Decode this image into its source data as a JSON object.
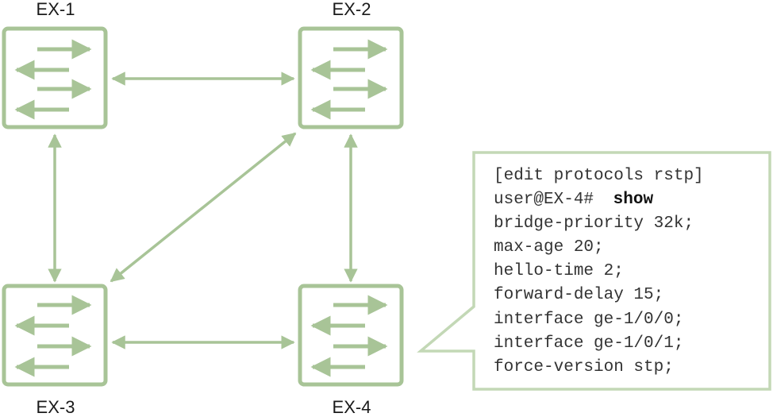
{
  "switches": [
    {
      "id": "ex1",
      "label": "EX-1"
    },
    {
      "id": "ex2",
      "label": "EX-2"
    },
    {
      "id": "ex3",
      "label": "EX-3"
    },
    {
      "id": "ex4",
      "label": "EX-4"
    }
  ],
  "links": [
    {
      "from": "EX-1",
      "to": "EX-2"
    },
    {
      "from": "EX-1",
      "to": "EX-3"
    },
    {
      "from": "EX-2",
      "to": "EX-4"
    },
    {
      "from": "EX-2",
      "to": "EX-3"
    },
    {
      "from": "EX-3",
      "to": "EX-4"
    }
  ],
  "cli": {
    "context_line": "[edit protocols rstp]",
    "prompt": "user@EX-4#",
    "command": "show",
    "config_lines": [
      "bridge-priority 32k;",
      "max-age 20;",
      "hello-time 2;",
      "forward-delay 15;",
      "interface ge-1/0/0;",
      "interface ge-1/0/1;",
      "force-version stp;"
    ]
  },
  "colors": {
    "accent": "#a8c497",
    "callout_border": "#c3d8b6"
  }
}
